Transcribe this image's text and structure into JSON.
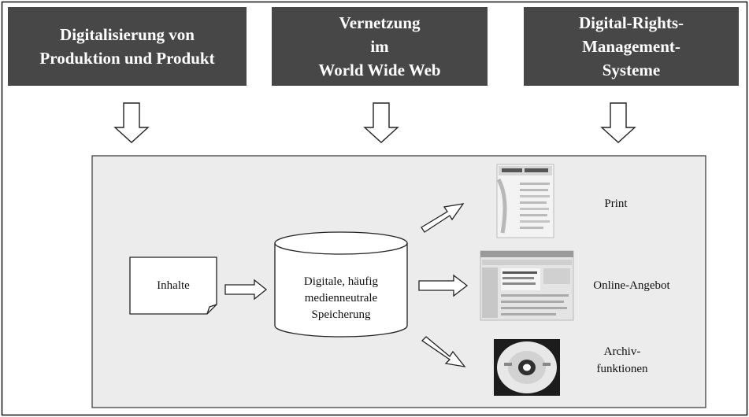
{
  "header": {
    "box1": "Digitalisierung von\nProduktion und Produkt",
    "box2": "Vernetzung\nim\nWorld Wide Web",
    "box3": "Digital-Rights-\nManagement-\nSysteme"
  },
  "flow": {
    "inhalte": "Inhalte",
    "storage": "Digitale, häufig\nmedienneutrale\nSpeicherung",
    "print": "Print",
    "online": "Online-Angebot",
    "archive": "Archiv-\nfunktionen"
  },
  "colors": {
    "header_bg": "#474747",
    "panel_bg": "#ececec",
    "stroke": "#222222"
  }
}
